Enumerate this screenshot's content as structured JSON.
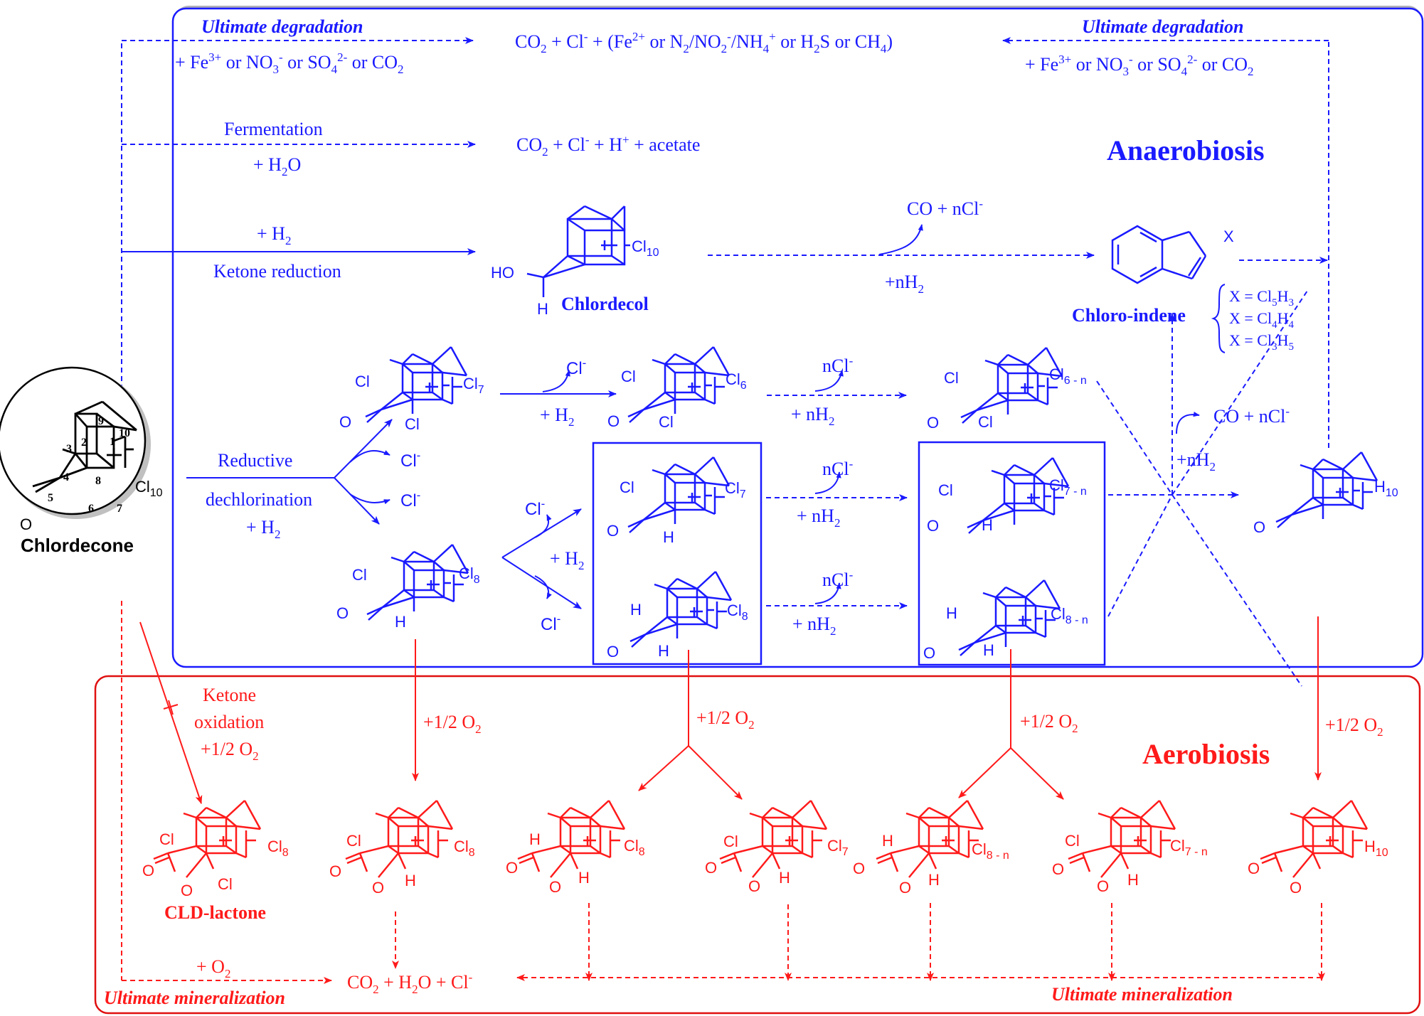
{
  "colors": {
    "anaerobic": "#1a1aff",
    "aerobic": "#ff1a1a",
    "box_anaerobic": "#1a1aff",
    "box_aerobic": "#e01010",
    "black": "#000000"
  },
  "labels": {
    "ultimate_degradation_left": "Ultimate degradation",
    "ultimate_degradation_right": "Ultimate degradation",
    "acceptors_left": "+ Fe3+ or NO3- or SO42- or CO2",
    "acceptors_right": "+ Fe3+ or NO3- or SO42- or CO2",
    "end_products_anaerobic": "CO2 + Cl- + (Fe2+ or N2/NO2-/NH4+ or H2S or CH4)",
    "fermentation": "Fermentation",
    "fermentation_reagent": "+ H2O",
    "fermentation_products": "CO2 + Cl- + H+ + acetate",
    "anaerobiosis": "Anaerobiosis",
    "aerobiosis": "Aerobiosis",
    "ketone_reduction_reagent": "+ H2",
    "ketone_reduction": "Ketone reduction",
    "chlordecol": "Chlordecol",
    "co_ncl_top": "CO + nCl-",
    "nh2_top": "+nH2",
    "chloro_indene": "Chloro-indene",
    "x_values": [
      "X = Cl5H3",
      "X = Cl4H4",
      "X = Cl3H5"
    ],
    "reductive": "Reductive",
    "dechlorination": "dechlorination",
    "dechlorination_reagent": "+ H2",
    "cl_minus": "Cl-",
    "plus_h2": "+ H2",
    "ncl_minus": "nCl-",
    "plus_nh2": "+ nH2",
    "co_ncl_mid": "CO + nCl-",
    "nh2_mid": "+nH2",
    "chlordecone": "Chlordecone",
    "ketone_oxidation_1": "Ketone",
    "ketone_oxidation_2": "oxidation",
    "ketone_oxidation_3": "+1/2 O2",
    "half_o2": "+1/2 O2",
    "cld_lactone": "CLD-lactone",
    "plus_o2": "+ O2",
    "ultimate_mineralization_left": "Ultimate mineralization",
    "ultimate_mineralization_right": "Ultimate mineralization",
    "mineralization_products": "CO2 + H2O + Cl-"
  },
  "molecules": {
    "chlordecone_numbers": [
      "1",
      "2",
      "3",
      "4",
      "5",
      "6",
      "7",
      "8",
      "9",
      "10"
    ],
    "chlordecone_sub": "Cl10",
    "chlordecol": {
      "sub": "Cl10",
      "oh": "HO",
      "h": "H"
    },
    "a1": {
      "cl_a": "Cl",
      "cl_b": "Cl",
      "o": "O",
      "sub": "Cl7"
    },
    "a2": {
      "cl_a": "Cl",
      "cl_b": "Cl",
      "o": "O",
      "sub": "Cl6"
    },
    "a3": {
      "cl_a": "Cl",
      "cl_b": "Cl",
      "o": "O",
      "sub": "Cl6 - n"
    },
    "b1": {
      "cl_a": "Cl",
      "h": "H",
      "o": "O",
      "sub": "Cl8"
    },
    "b2": {
      "cl_a": "Cl",
      "h": "H",
      "o": "O",
      "sub": "Cl7"
    },
    "b3": {
      "h_a": "H",
      "h": "H",
      "o": "O",
      "sub": "Cl8"
    },
    "b4": {
      "cl_a": "Cl",
      "h": "H",
      "o": "O",
      "sub": "Cl7 - n"
    },
    "b5": {
      "h_a": "H",
      "h": "H",
      "o": "O",
      "sub": "Cl8 - n"
    },
    "h10": {
      "o": "O",
      "sub": "H10"
    },
    "lactones": [
      {
        "a": "Cl",
        "b": "Cl",
        "o1": "O",
        "o2": "O",
        "sub": "Cl8"
      },
      {
        "a": "Cl",
        "b": "H",
        "o1": "O",
        "o2": "O",
        "sub": "Cl8"
      },
      {
        "a": "H",
        "b": "H",
        "o1": "O",
        "o2": "O",
        "sub": "Cl8"
      },
      {
        "a": "Cl",
        "b": "H",
        "o1": "O",
        "o2": "O",
        "sub": "Cl7"
      },
      {
        "a": "H",
        "b": "H",
        "o1": "O",
        "o2": "O",
        "sub": "Cl8 - n"
      },
      {
        "a": "Cl",
        "b": "H",
        "o1": "O",
        "o2": "O",
        "sub": "Cl7 - n"
      },
      {
        "a": "",
        "b": "",
        "o1": "O",
        "o2": "O",
        "sub": "H10"
      }
    ]
  }
}
